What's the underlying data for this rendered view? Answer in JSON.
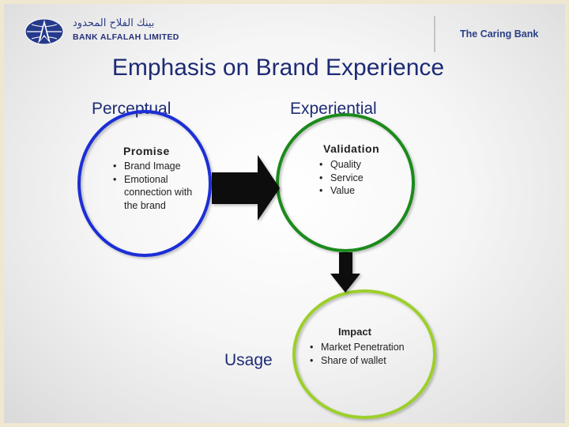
{
  "header": {
    "bank_name_arabic": "بينك الفلاح المحدود",
    "bank_name": "BANK ALFALAH LIMITED",
    "tagline": "The Caring Bank",
    "logo_icon": "bank-alfalah-globe-logo"
  },
  "title": "Emphasis on Brand Experience",
  "columns": {
    "left": "Perceptual",
    "right": "Experiential"
  },
  "promise": {
    "heading": "Promise",
    "items": [
      "Brand Image",
      "Emotional connection with the brand"
    ]
  },
  "validation": {
    "heading": "Validation",
    "items": [
      "Quality",
      "Service",
      "Value"
    ]
  },
  "impact": {
    "heading": "Impact",
    "items": [
      "Market Penetration",
      "Share of wallet"
    ]
  },
  "usage_label": "Usage",
  "colors": {
    "promise_ring": "#1c2fd6",
    "validation_ring": "#1e8a1e",
    "impact_ring": "#9ccf2a",
    "arrow": "#0a0a0a",
    "title_text": "#1d2b74"
  }
}
